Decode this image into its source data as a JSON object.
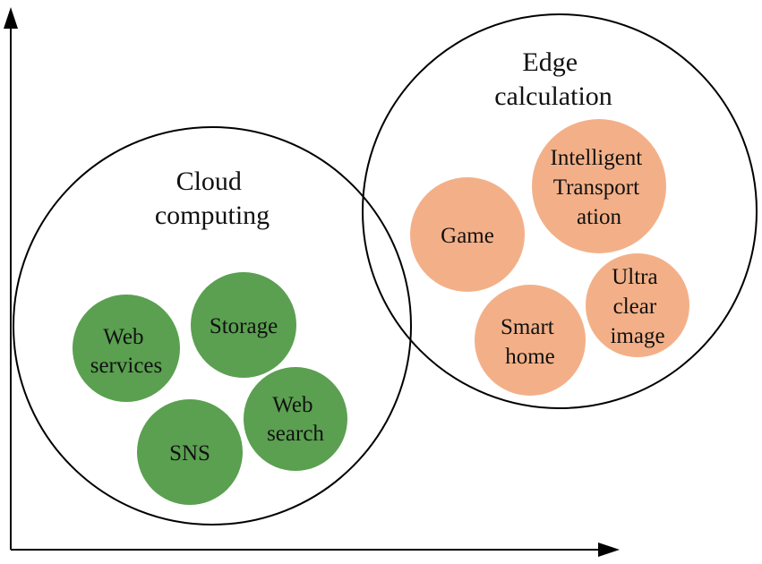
{
  "colors": {
    "cloud_node": "#5aa050",
    "edge_node": "#f3b088",
    "outline": "#000000"
  },
  "cloud": {
    "title_lines": [
      "Cloud",
      "computing"
    ],
    "nodes": [
      {
        "id": "web-services",
        "lines": [
          "Web",
          "services"
        ]
      },
      {
        "id": "storage",
        "lines": [
          "Storage"
        ]
      },
      {
        "id": "sns",
        "lines": [
          "SNS"
        ]
      },
      {
        "id": "web-search",
        "lines": [
          "Web",
          "search"
        ]
      }
    ]
  },
  "edge": {
    "title_lines": [
      "Edge",
      "calculation"
    ],
    "nodes": [
      {
        "id": "game",
        "lines": [
          "Game"
        ]
      },
      {
        "id": "intelligent-transportation",
        "lines": [
          "Intelligent",
          "Transport",
          "ation"
        ]
      },
      {
        "id": "smart-home",
        "lines": [
          "Smart",
          "home"
        ]
      },
      {
        "id": "ultra-clear-image",
        "lines": [
          "Ultra",
          "clear",
          "image"
        ]
      }
    ]
  }
}
